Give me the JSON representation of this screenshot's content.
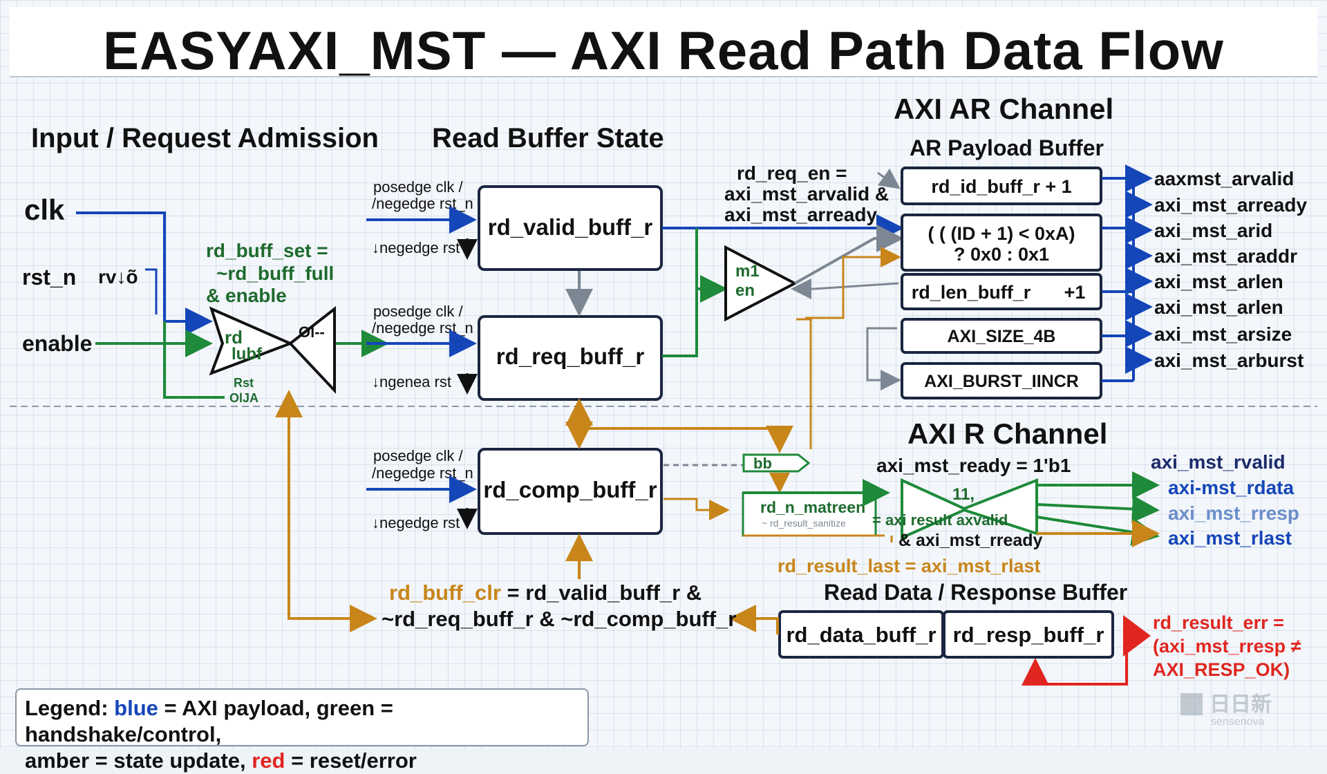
{
  "title": "EASYAXI_MST — AXI Read Path Data Flow",
  "sections": {
    "input": "Input / Request Admission",
    "buffer_state": "Read Buffer State",
    "ar_channel": "AXI AR Channel",
    "ar_payload": "AR Payload Buffer",
    "r_channel": "AXI R Channel",
    "response_buffer": "Read Data / Response Buffer"
  },
  "inputs": {
    "clk": "clk",
    "rst_n": "rst_n",
    "rst_glyph": "rv↓õ",
    "enable": "enable"
  },
  "set_eq": {
    "l1": "rd_buff_set =",
    "l2": "~rd_buff_full",
    "l3": "& enable"
  },
  "mux_labels": {
    "rd": "rd",
    "lubf": "lubf",
    "ol": "Ol--",
    "bot1": "Rst",
    "bot2": "OlJA"
  },
  "clock_labels": [
    {
      "l1": "posedge clk /",
      "l2": "/negedge rst_n",
      "l3": "↓negedge rst"
    },
    {
      "l1": "posedge clk /",
      "l2": "/negedge rst_n",
      "l3": "↓ngenea rst"
    },
    {
      "l1": "posedge clk /",
      "l2": "/negedge rst_n",
      "l3": "↓negedge rst"
    }
  ],
  "buffers": {
    "valid": "rd_valid_buff_r",
    "req": "rd_req_buff_r",
    "comp": "rd_comp_buff_r",
    "data": "rd_data_buff_r",
    "resp": "rd_resp_buff_r"
  },
  "req_eq": {
    "l1": "rd_req_en =",
    "l2": "axi_mst_arvalid &",
    "l3": "axi_mst_arready"
  },
  "tri": {
    "l1": "m1",
    "l2": "en"
  },
  "ar_boxes": {
    "id": "rd_id_buff_r + 1",
    "calc_l1": "( ( (ID + 1) < 0xA)",
    "calc_l2": "? 0x0 : 0x1",
    "len": "rd_len_buff_r",
    "len_plus": "+1",
    "size": "AXI_SIZE_4B",
    "burst": "AXI_BURST_IINCR"
  },
  "ar_outputs": [
    "aaxmst_arvalid",
    "axi_mst_arready",
    "axi_mst_arid",
    "axi_mst_araddr",
    "axi_mst_arlen",
    "axi_mst_arlen",
    "axi_mst_arsize",
    "axi_mst_arburst"
  ],
  "r_channel": {
    "ready_eq": "axi_mst_ready = 1'b1",
    "bb": "bb",
    "en_box": "rd_n_matreen",
    "en_sub": "~ rd_result_sanitize",
    "mux_top": "11,",
    "result_eq1": "= axi result axvalid",
    "result_eq2": "& axi_mst_rready",
    "last_eq": "rd_result_last = axi_mst_rlast"
  },
  "r_outputs": [
    "axi_mst_rvalid",
    "axi-mst_rdata",
    "axi_mst_rresp",
    "axi_mst_rlast"
  ],
  "clr_eq": {
    "lhs": "rd_buff_clr",
    "rhs1": " = rd_valid_buff_r &",
    "l2": "~rd_req_buff_r & ~rd_comp_buff_r"
  },
  "err_eq": {
    "l1": "rd_result_err =",
    "l2": "(axi_mst_rresp ≠",
    "l3": "AXI_RESP_OK)"
  },
  "legend": {
    "l1a": "Legend: ",
    "blue": "blue",
    "l1b": " = AXI payload, green = handshake/control,",
    "l2a": "amber = state update, ",
    "red": "red",
    "l2b": " = reset/error"
  },
  "watermark": {
    "cn": "日日新",
    "en": "sensenova"
  },
  "colors": {
    "blue": "#1446b8",
    "green": "#1e8a3a",
    "amber": "#c8861a",
    "red": "#e0261f",
    "gray": "#7d8793"
  }
}
